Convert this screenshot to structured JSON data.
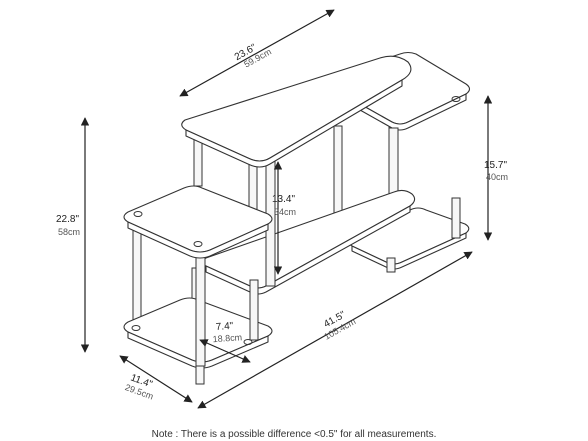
{
  "dimensions": {
    "top_width": {
      "in": "23.6\"",
      "cm": "59.9cm"
    },
    "total_height": {
      "in": "22.8\"",
      "cm": "58cm"
    },
    "mid_clearance": {
      "in": "13.4\"",
      "cm": "34cm"
    },
    "right_height": {
      "in": "15.7\"",
      "cm": "40cm"
    },
    "inner_depth": {
      "in": "7.4\"",
      "cm": "18.8cm"
    },
    "depth": {
      "in": "11.4\"",
      "cm": "29.5cm"
    },
    "total_width": {
      "in": "41.5\"",
      "cm": "105.4cm"
    }
  },
  "note": "Note : There is a possible difference <0.5\" for all measurements."
}
